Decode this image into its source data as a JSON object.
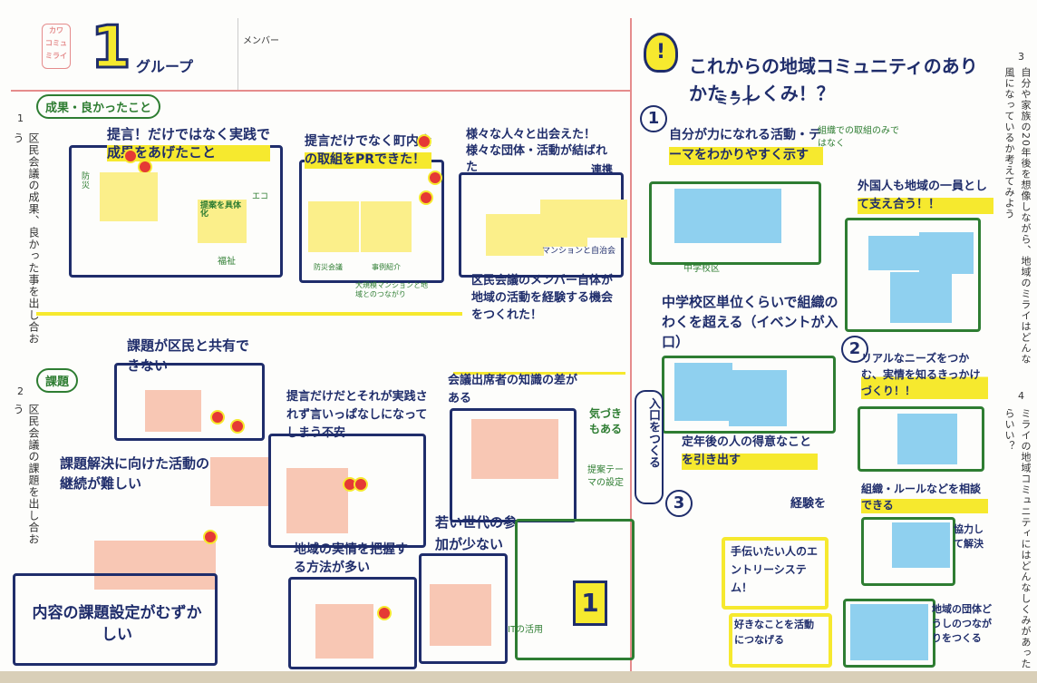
{
  "header": {
    "logo_line1": "カワ",
    "logo_line2": "コミュ",
    "logo_line3": "ミライ",
    "group_number": "1",
    "group_label": "グループ",
    "member_label": "メンバー"
  },
  "left_sidebar": {
    "item1_number": "1",
    "item1_text": "区民会議の成果、良かった事を出し合おう",
    "item2_number": "2",
    "item2_text": "区民会議の課題を出し合おう"
  },
  "right_sidebar": {
    "item3_number": "3",
    "item3_text": "自分や家族の20年後を想像しながら、地域のミライはどんな風になっているか考えてみよう",
    "item4_number": "4",
    "item4_text": "ミライの地域コミュニティにはどんなしくみがあったらいい？"
  },
  "results": {
    "tag": "成果・良かったこと",
    "box1_title": "提言！だけではなく実践で成果をあげたこと",
    "box1_note1": "提案を具体化",
    "box1_note2": "エコ",
    "box1_label": "福祉",
    "box1_side": "防災",
    "box2_title": "提言だけでなく町内会の取組をPRできた！",
    "box2_note1": "防災会議",
    "box2_note2": "事例紹介",
    "box3_title": "様々な人々と出会えた！様々な団体・活動が結ばれた",
    "box3_side": "連携",
    "box3_note": "マンションと自治会",
    "box4_title": "区民会議のメンバー自体が地域の活動を経験する機会をつくれた！",
    "box4_note": "大規模マンションと地域とのつながり"
  },
  "issues": {
    "tag": "課題",
    "box1_title": "課題が区民と共有できない",
    "box2_title": "課題解決に向けた活動の継続が難しい",
    "box3_title": "内容の課題設定がむずかしい",
    "box4_title": "提言だけだとそれが実践されず言いっぱなしになってしまう不安",
    "box5_title": "地域の実情を把握する方法が多い",
    "box6_title": "会議出席者の知識の差がある",
    "box6_side1": "気づきもある",
    "box6_side2": "提案テーマの設定",
    "box7_title": "若い世代の参加が少ない",
    "box7_note": "ITの活用",
    "map_number": "1"
  },
  "future": {
    "title": "これからの地域コミュニティのありかた・しくみ！？",
    "subtitle": "ミライ",
    "section1_number": "1",
    "section1_title": "自分が力になれる活動・テーマをわかりやすく示す",
    "section1_side": "組織での取組のみではなく",
    "section1_note": "中学校区",
    "foreign_title": "外国人も地域の一員として支え合う！！",
    "section2_title": "中学校区単位くらいで組織のわくを超える（イベントが入口）",
    "section2_number": "2",
    "section2_side": "リアルなニーズをつかむ、実情を知るきっかけづくり！！",
    "entry_tag": "入口をつくる",
    "section3_title": "定年後の人の得意なことを引き出す",
    "section3_number": "3",
    "section3_note": "経験を",
    "entry_system": "手伝いたい人のエントリーシステム！",
    "favorite": "好きなことを活動につなげる",
    "org_title": "組織・ルールなどを相談できる",
    "org_side": "協力して解決",
    "community_title": "地域の団体どうしのつながりをつくる"
  },
  "colors": {
    "navy": "#1f2d6b",
    "green": "#2e7d32",
    "yellow": "#f6e92e",
    "red": "#e53935",
    "pink_rule": "#e58c8c"
  }
}
